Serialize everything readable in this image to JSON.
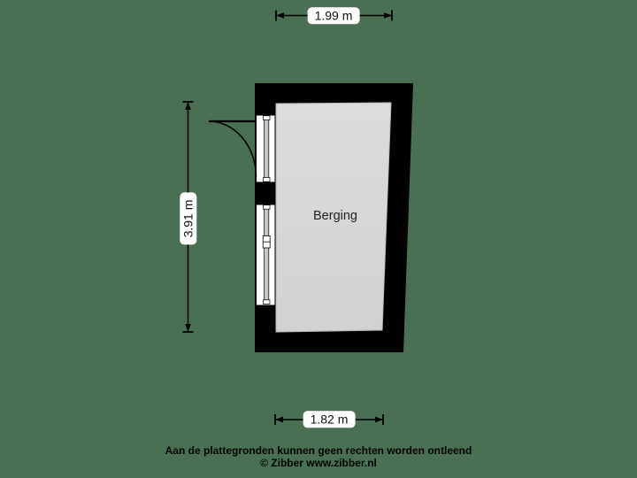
{
  "floorplan": {
    "room": {
      "name": "Berging"
    },
    "dimensions": {
      "top": "1.99 m",
      "left": "3.91 m",
      "bottom": "1.82 m"
    },
    "symbols": {
      "door": "hinged-door-swing",
      "window": "double-line-window"
    },
    "colors": {
      "background": "#4a7053",
      "wall": "#000000",
      "floor": "#d8d8d8",
      "opening_frame": "#ffffff",
      "window_glass": "#c6c6c6",
      "dimension_label_bg": "#ffffff",
      "text": "#000000"
    }
  },
  "footer": {
    "line1": "Aan de plattegronden kunnen geen rechten worden ontleend",
    "line2": "© Zibber www.zibber.nl"
  }
}
